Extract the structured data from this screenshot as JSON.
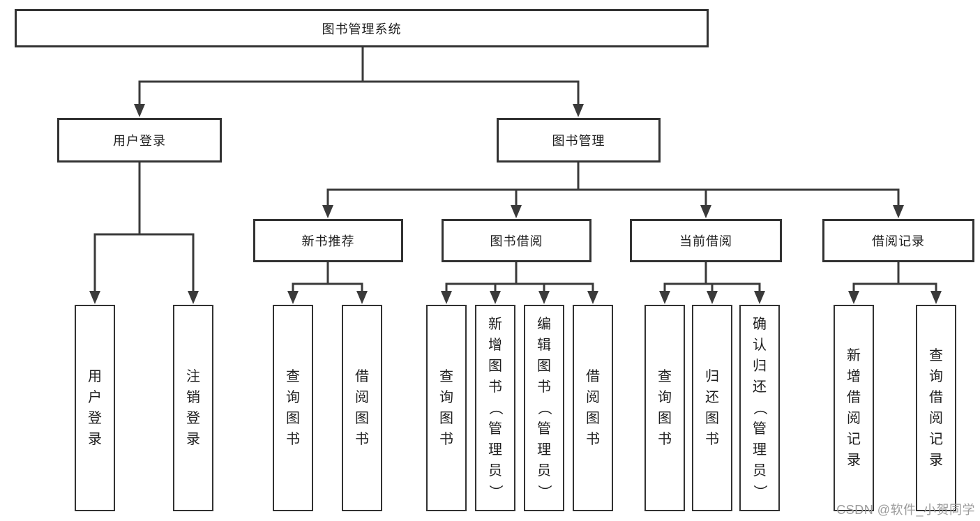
{
  "diagram": {
    "root": {
      "id": "root",
      "label": "图书管理系统"
    },
    "branches": [
      {
        "id": "user-login",
        "label": "用户登录",
        "leaves": [
          "用户登录",
          "注销登录"
        ]
      },
      {
        "id": "book-mgmt",
        "label": "图书管理",
        "children": [
          {
            "id": "new-books",
            "label": "新书推荐",
            "leaves": [
              "查询图书",
              "借阅图书"
            ]
          },
          {
            "id": "book-borrow",
            "label": "图书借阅",
            "leaves": [
              "查询图书",
              "新增图书（管理员）",
              "编辑图书（管理员）",
              "借阅图书"
            ]
          },
          {
            "id": "current-borrow",
            "label": "当前借阅",
            "leaves": [
              "查询图书",
              "归还图书",
              "确认归还（管理员）"
            ]
          },
          {
            "id": "borrow-records",
            "label": "借阅记录",
            "leaves": [
              "新增借阅记录",
              "查询借阅记录"
            ]
          }
        ]
      }
    ],
    "colors": {
      "line": "#3a3a3a",
      "box_border": "#323232",
      "text": "#1e1e1e",
      "watermark": "#9b9b9b",
      "background": "#ffffff"
    },
    "watermark": "CSDN @软件_小贺同学"
  }
}
